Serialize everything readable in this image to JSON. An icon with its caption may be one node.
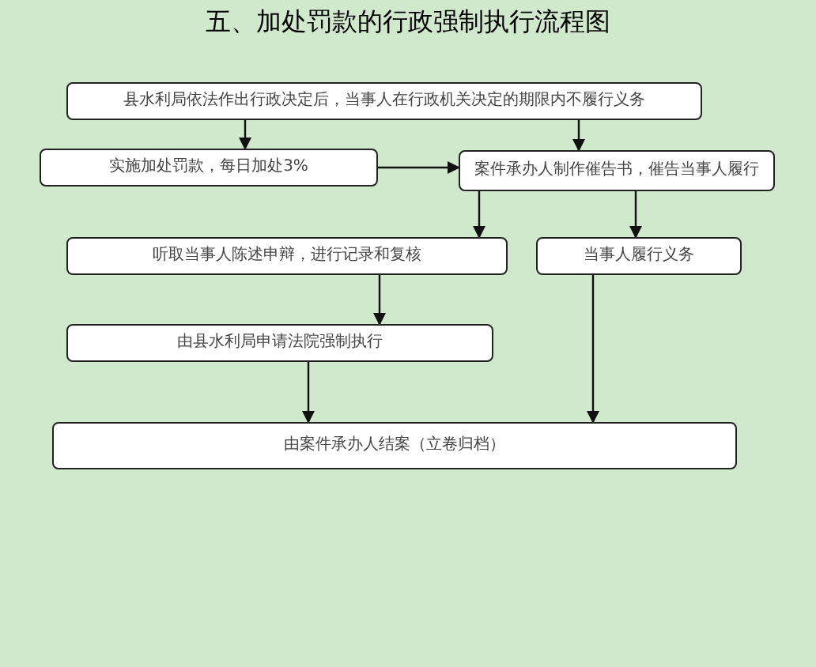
{
  "diagram": {
    "title": "五、加处罚款的行政强制执行流程图",
    "nodes": [
      {
        "text": [
          "县水利局依法作出行政决定后，当事人在行政机关决定的期限内不履行义务"
        ]
      },
      {
        "text": [
          "实施加处罚款，每日加处3%"
        ]
      },
      {
        "text": [
          "案件承办人制作催告书，催告当事人履行"
        ]
      },
      {
        "text": [
          "听取当事人陈述申辩，进行记录和复核"
        ]
      },
      {
        "text": [
          "当事人履行义务"
        ]
      },
      {
        "text": [
          "由县水利局申请法院强制执行"
        ]
      },
      {
        "text": [
          "由案件承办人结案（立卷归档）"
        ]
      }
    ],
    "edges": [
      {
        "from": 0,
        "to": 1,
        "arrow": "to"
      },
      {
        "from": 0,
        "to": 2,
        "arrow": "to"
      },
      {
        "from": 1,
        "to": 2,
        "arrow": "to"
      },
      {
        "from": 2,
        "to": 3,
        "arrow": "to"
      },
      {
        "from": 2,
        "to": 4,
        "arrow": "to"
      },
      {
        "from": 3,
        "to": 5,
        "arrow": "to"
      },
      {
        "from": 5,
        "to": 6,
        "arrow": "to"
      },
      {
        "from": 4,
        "to": 6,
        "arrow": "to"
      }
    ]
  }
}
